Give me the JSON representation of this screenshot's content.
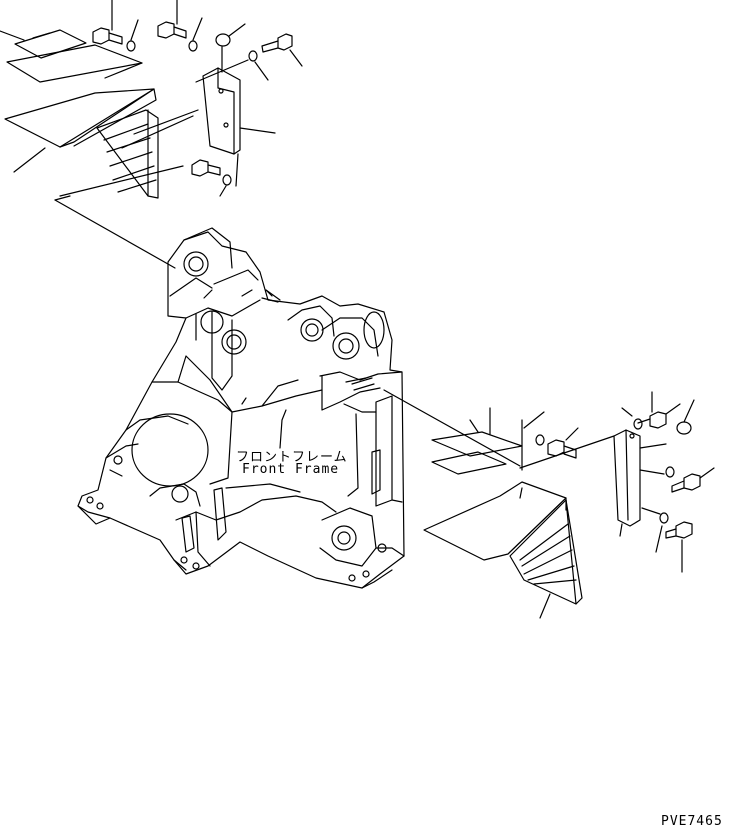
{
  "frame_label_jp": "フロントフレーム",
  "frame_label_en": "Front Frame",
  "drawing_code": "PVE7465"
}
